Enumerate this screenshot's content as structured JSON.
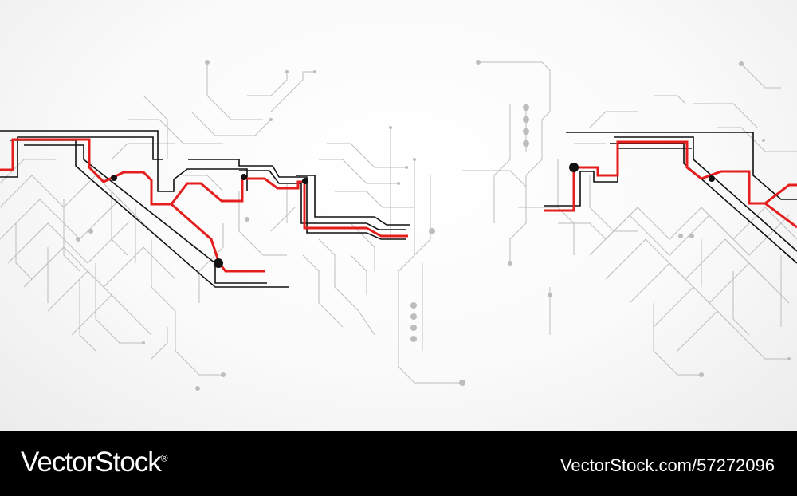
{
  "image": {
    "subject": "circuit-board-illustration",
    "colors": {
      "background": "#fafafa",
      "thin_traces": "#b8b8b8",
      "main_traces": "#111111",
      "highlight_trace": "#e41d1d",
      "footer": "#000000",
      "footer_text": "#ffffff"
    }
  },
  "footer": {
    "brand": "VectorStock",
    "brand_registered_mark": "®",
    "url": "VectorStock.com/57272096"
  }
}
